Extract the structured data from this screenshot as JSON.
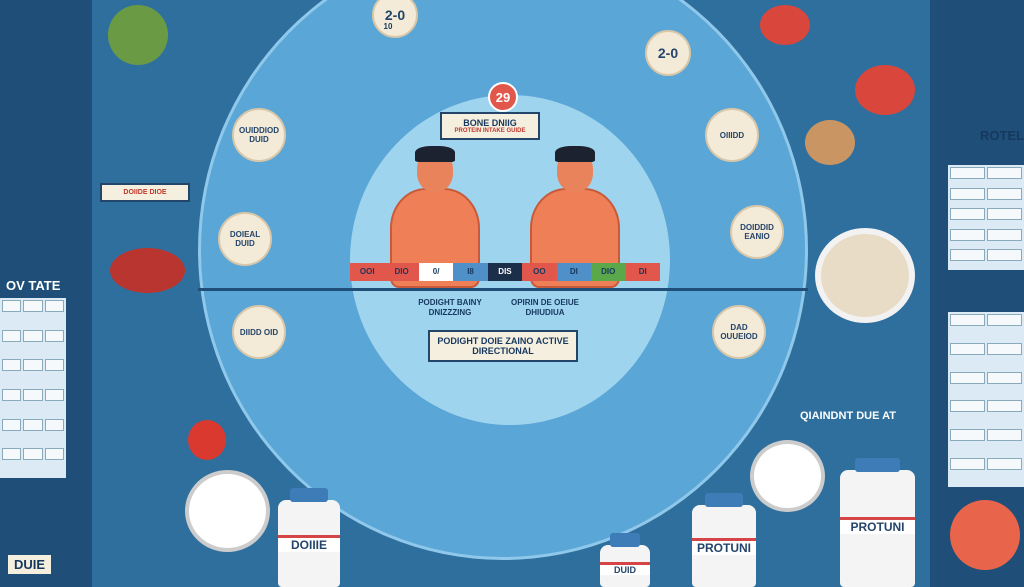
{
  "center": {
    "badge": "29",
    "title": "BONE DNIIG",
    "subtitle": "PROTEIN INTAKE GUIDE",
    "left_caption": "PODIGHT BAINY DNIZZZING",
    "right_caption": "OPIRIN DE OEIUE DHIUDIUA",
    "bottom_box": "PODIGHT DOIE ZAINO ACTIVE DIRECTIONAL"
  },
  "scale": [
    "OOI",
    "DIO",
    "0/",
    "I8",
    "DIS",
    "OO",
    "DI",
    "DIO",
    "DI"
  ],
  "top_labels": {
    "left_num": "2-0",
    "left_sub": "10",
    "right_num": "2-0"
  },
  "ring_labels": [
    "OUIDDIOD DUID",
    "DOIEAL DUID",
    "DIIDD OID",
    "OIIIDD",
    "DOIDDID EANIO",
    "DAD OUUEIOD"
  ],
  "left_panel": {
    "title": "OV TATE",
    "bottom": "DUIE",
    "box": "DOIIDE DIOE"
  },
  "right_panel": {
    "title": "ROTEL",
    "caption": "QIAINDNT DUE AT",
    "bottle": "PROTUNI"
  },
  "bottom_labels": {
    "bottle_left": "DOIIIE",
    "bottle_right": "PROTUNI",
    "bottle_small": "DUID"
  },
  "colors": {
    "background": "#2f6f9e",
    "ring": "#5aa6d6",
    "accent": "#e2574c"
  }
}
